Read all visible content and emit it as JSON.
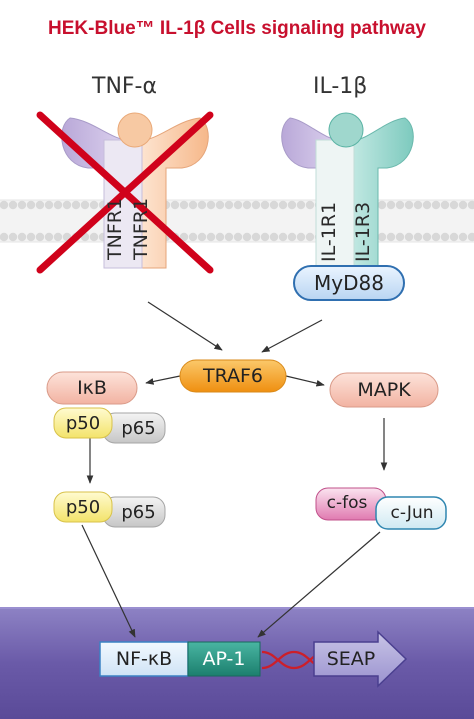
{
  "title": "HEK-Blue™ IL-1β Cells signaling pathway",
  "ligands": {
    "tnf": "TNF-α",
    "il1": "IL-1β"
  },
  "receptors": {
    "tnfr_left": "TNFR1",
    "tnfr_right": "TNFR1",
    "il1r1": "IL-1R1",
    "il1r3": "IL-1R3"
  },
  "adaptor": "MyD88",
  "traf": "TRAF6",
  "ikb": "IκB",
  "p50": "p50",
  "p65": "p65",
  "mapk": "MAPK",
  "cfos": "c-fos",
  "cjun": "c-Jun",
  "reporter": {
    "nfkb": "NF-κB",
    "ap1": "AP-1",
    "seap": "SEAP"
  },
  "colors": {
    "title": "#c8102e",
    "cross": "#d0021b",
    "traf6": "#f39c12",
    "myd88": "#3b82c4",
    "ap1": "#1e8a78",
    "nucleus": "#6a5aa8"
  }
}
